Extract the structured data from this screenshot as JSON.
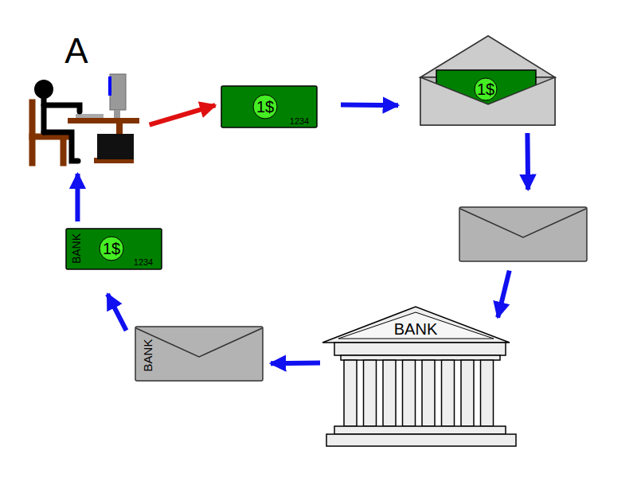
{
  "diagram": {
    "nodes": [
      {
        "text": [
          "A"
        ]
      },
      {
        "text": [
          "1$",
          "1234"
        ]
      },
      {
        "text": []
      },
      {
        "text": [
          "1$"
        ],
        "in": 2
      },
      {
        "text": []
      },
      {
        "text": [
          "BANK"
        ]
      },
      {
        "text": [
          "BANK"
        ]
      },
      {
        "text": [
          "BANK",
          "1$",
          "1234"
        ]
      }
    ],
    "edges": [
      {
        "from": 0,
        "to": 1,
        "arrow": "to"
      },
      {
        "from": 1,
        "to": 2,
        "arrow": "to"
      },
      {
        "from": 2,
        "to": 4,
        "arrow": "to"
      },
      {
        "from": 4,
        "to": 5,
        "arrow": "to"
      },
      {
        "from": 5,
        "to": 6,
        "arrow": "to"
      },
      {
        "from": 6,
        "to": 7,
        "arrow": "to"
      },
      {
        "from": 7,
        "to": 0,
        "arrow": "to"
      }
    ]
  }
}
